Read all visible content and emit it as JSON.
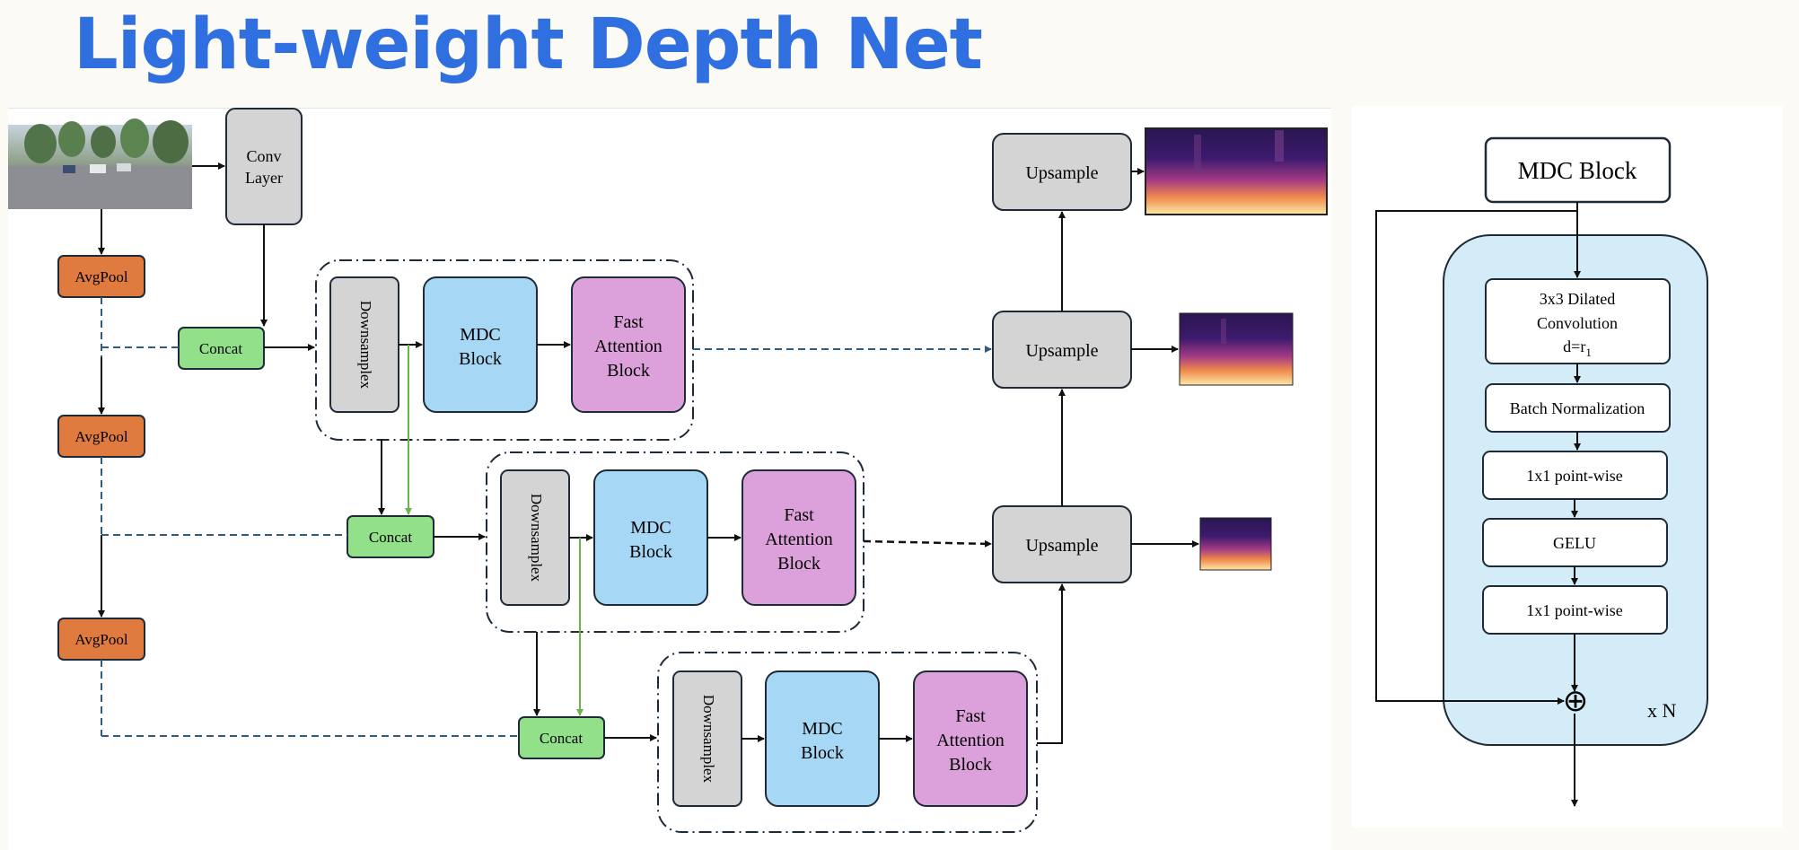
{
  "title": "Light-weight Depth Net",
  "colors": {
    "title": "#2f6fe0",
    "avgpool": "#e07b3f",
    "concat": "#92e08a",
    "conv": "#d4d4d4",
    "downsample": "#d4d4d4",
    "mdc": "#a6d7f5",
    "attention": "#dca0db",
    "upsample": "#d4d4d4",
    "mdc_container": "#d3ecf8",
    "skip_line": "#2e5c85",
    "green_line": "#6cb34f"
  },
  "main": {
    "conv_layer": [
      "Conv",
      "Layer"
    ],
    "avgpool": "AvgPool",
    "concat": "Concat",
    "downsample": "Downsamplex",
    "mdc_block": [
      "MDC",
      "Block"
    ],
    "fast_attention": [
      "Fast",
      "Attention",
      "Block"
    ],
    "upsample": "Upsample"
  },
  "detail": {
    "header": "MDC Block",
    "dilated_conv": [
      "3x3 Dilated",
      "Convolution",
      "d=r"
    ],
    "dilated_sub": "1",
    "batch_norm": "Batch Normalization",
    "pointwise_1": "1x1 point-wise",
    "gelu": "GELU",
    "pointwise_2": "1x1 point-wise",
    "sum_symbol": "⊕",
    "repeat_label": "x N"
  }
}
